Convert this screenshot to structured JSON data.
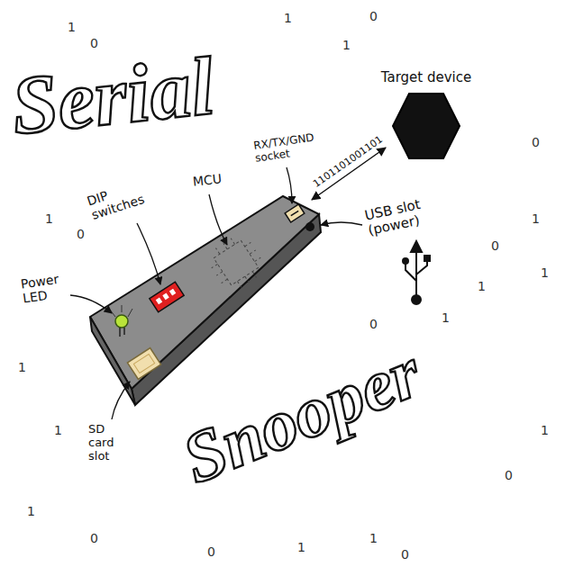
{
  "diagram": {
    "nodes": [
      {
        "text": [
          "Target device"
        ]
      }
    ],
    "labels": [
      "Serial",
      "Snooper",
      "Power LED",
      "DIP switches",
      "MCU",
      "RX/TX/GND socket",
      "USB slot (power)",
      "SD card slot",
      "1101101001101",
      "1",
      "0",
      "1",
      "0",
      "1",
      "1",
      "0",
      "0",
      "1",
      "0",
      "1",
      "1",
      "0",
      "1",
      "1",
      "1",
      "1",
      "0",
      "0",
      "1",
      "1",
      "0",
      "0",
      "1"
    ]
  }
}
